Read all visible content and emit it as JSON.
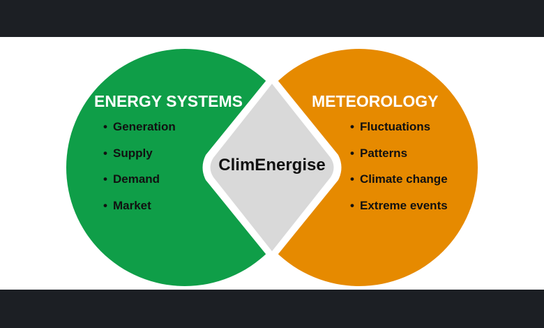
{
  "colors": {
    "background": "#1c1f24",
    "slide": "#ffffff",
    "left_circle": "#0f9e48",
    "right_circle": "#e68a00",
    "center": "#d9d9d9",
    "heading_text": "#ffffff",
    "body_text": "#111111"
  },
  "left": {
    "title": "ENERGY SYSTEMS",
    "items": [
      "Generation",
      "Supply",
      "Demand",
      "Market"
    ]
  },
  "right": {
    "title": "METEOROLOGY",
    "items": [
      "Fluctuations",
      "Patterns",
      "Climate change",
      "Extreme events"
    ]
  },
  "center": {
    "label": "ClimEnergise"
  },
  "bullet_symbol": "•"
}
